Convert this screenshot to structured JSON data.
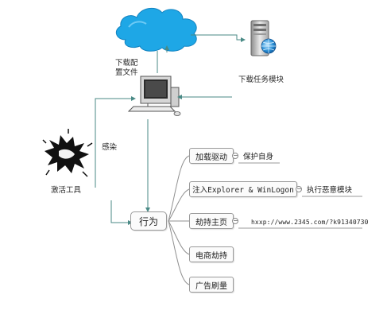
{
  "labels": {
    "download_config": "下载配\n置文件",
    "download_task": "下载任务模块",
    "infect": "感染",
    "activation_tool": "激活工具"
  },
  "root": "行为",
  "branches": [
    {
      "label": "加载驱动",
      "leaf": "保护自身"
    },
    {
      "label": "注入Explorer & WinLogon",
      "leaf": "执行恶意模块"
    },
    {
      "label": "劫持主页",
      "leaf": "hxxp://www.2345.com/?k91340730"
    },
    {
      "label": "电商劫持"
    },
    {
      "label": "广告刷量"
    }
  ],
  "icons": {
    "cloud": "cloud-icon",
    "server": "server-globe-icon",
    "computer": "desktop-computer-icon",
    "burst": "infection-burst-icon"
  },
  "colors": {
    "wire_teal": "#4a8a86",
    "wire_gray": "#8f8f8f",
    "cloud_blue": "#1ea7e6",
    "leaf_line": "#9a9a9a"
  }
}
